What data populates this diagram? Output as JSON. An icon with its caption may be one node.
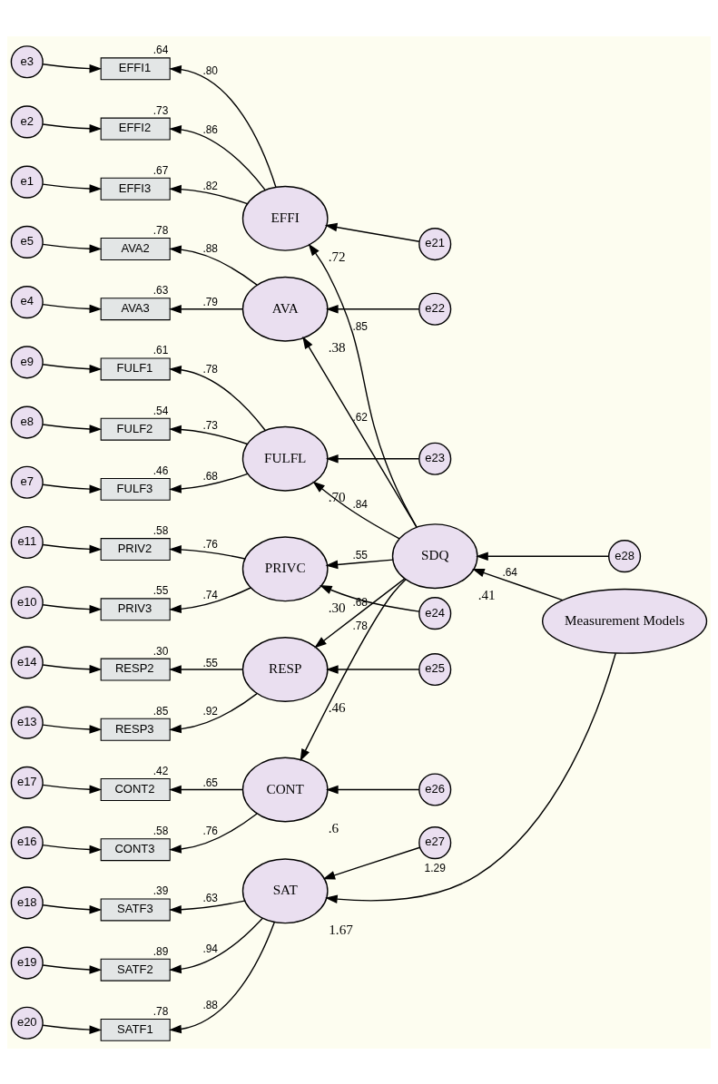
{
  "diagram": {
    "nodes": [
      {
        "text": [
          "e3"
        ]
      },
      {
        "text": [
          "EFFI1"
        ],
        "beside": [
          ".64"
        ]
      },
      {
        "text": [
          "e2"
        ]
      },
      {
        "text": [
          "EFFI2"
        ],
        "beside": [
          ".73"
        ]
      },
      {
        "text": [
          "e1"
        ]
      },
      {
        "text": [
          "EFFI3"
        ],
        "beside": [
          ".67"
        ]
      },
      {
        "text": [
          "EFFI"
        ],
        "beside": [
          ".72"
        ]
      },
      {
        "text": [
          "e21"
        ]
      },
      {
        "text": [
          "e5"
        ]
      },
      {
        "text": [
          "AVA2"
        ],
        "beside": [
          ".78"
        ]
      },
      {
        "text": [
          "e4"
        ]
      },
      {
        "text": [
          "AVA3"
        ],
        "beside": [
          ".63"
        ]
      },
      {
        "text": [
          "AVA"
        ],
        "beside": [
          ".38"
        ]
      },
      {
        "text": [
          "e22"
        ]
      },
      {
        "text": [
          "e9"
        ]
      },
      {
        "text": [
          "FULF1"
        ],
        "beside": [
          ".61"
        ]
      },
      {
        "text": [
          "e8"
        ]
      },
      {
        "text": [
          "FULF2"
        ],
        "beside": [
          ".54"
        ]
      },
      {
        "text": [
          "e7"
        ]
      },
      {
        "text": [
          "FULF3"
        ],
        "beside": [
          ".46"
        ]
      },
      {
        "text": [
          "FULFL"
        ],
        "beside": [
          ".70"
        ]
      },
      {
        "text": [
          "e23"
        ]
      },
      {
        "text": [
          "e28"
        ]
      },
      {
        "text": [
          "SDQ"
        ],
        "beside": [
          ".41"
        ]
      },
      {
        "text": [
          "Measurement Models"
        ]
      },
      {
        "text": [
          "e11"
        ]
      },
      {
        "text": [
          "PRIV2"
        ],
        "beside": [
          ".58"
        ]
      },
      {
        "text": [
          "e10"
        ]
      },
      {
        "text": [
          "PRIV3"
        ],
        "beside": [
          ".55"
        ]
      },
      {
        "text": [
          "PRIVC"
        ],
        "beside": [
          ".30"
        ]
      },
      {
        "text": [
          "e24"
        ]
      },
      {
        "text": [
          "e14"
        ]
      },
      {
        "text": [
          "RESP2"
        ],
        "beside": [
          ".30"
        ]
      },
      {
        "text": [
          "e13"
        ]
      },
      {
        "text": [
          "RESP3"
        ],
        "beside": [
          ".85"
        ]
      },
      {
        "text": [
          "RESP"
        ],
        "beside": [
          ".46"
        ]
      },
      {
        "text": [
          "e25"
        ]
      },
      {
        "text": [
          "e17"
        ]
      },
      {
        "text": [
          "CONT2"
        ],
        "beside": [
          ".42"
        ]
      },
      {
        "text": [
          "e16"
        ]
      },
      {
        "text": [
          "CONT3"
        ],
        "beside": [
          ".58"
        ]
      },
      {
        "text": [
          "CONT"
        ],
        "beside": [
          ".6"
        ]
      },
      {
        "text": [
          "e26"
        ]
      },
      {
        "text": [
          "e18"
        ]
      },
      {
        "text": [
          "SATF3"
        ],
        "beside": [
          ".39"
        ]
      },
      {
        "text": [
          "e19"
        ]
      },
      {
        "text": [
          "SATF2"
        ],
        "beside": [
          ".89"
        ]
      },
      {
        "text": [
          "e20"
        ]
      },
      {
        "text": [
          "SATF1"
        ],
        "beside": [
          ".78"
        ]
      },
      {
        "text": [
          "SAT"
        ],
        "beside": [
          "1.67"
        ]
      },
      {
        "text": [
          "e27"
        ]
      }
    ],
    "edges": [
      {
        "from": 0,
        "to": 1,
        "arrow": "to"
      },
      {
        "from": 2,
        "to": 3,
        "arrow": "to"
      },
      {
        "from": 4,
        "to": 5,
        "arrow": "to"
      },
      {
        "from": 6,
        "to": 1,
        "arrow": "to",
        "label": ".80"
      },
      {
        "from": 6,
        "to": 3,
        "arrow": "to",
        "label": ".86"
      },
      {
        "from": 6,
        "to": 5,
        "arrow": "to",
        "label": ".82"
      },
      {
        "from": 7,
        "to": 6,
        "arrow": "to"
      },
      {
        "from": 8,
        "to": 9,
        "arrow": "to"
      },
      {
        "from": 10,
        "to": 11,
        "arrow": "to"
      },
      {
        "from": 12,
        "to": 9,
        "arrow": "to",
        "label": ".88"
      },
      {
        "from": 12,
        "to": 11,
        "arrow": "to",
        "label": ".79"
      },
      {
        "from": 13,
        "to": 12,
        "arrow": "to"
      },
      {
        "from": 14,
        "to": 15,
        "arrow": "to"
      },
      {
        "from": 16,
        "to": 17,
        "arrow": "to"
      },
      {
        "from": 18,
        "to": 19,
        "arrow": "to"
      },
      {
        "from": 20,
        "to": 15,
        "arrow": "to",
        "label": ".78"
      },
      {
        "from": 20,
        "to": 17,
        "arrow": "to",
        "label": ".73"
      },
      {
        "from": 20,
        "to": 19,
        "arrow": "to",
        "label": ".68"
      },
      {
        "from": 21,
        "to": 20,
        "arrow": "to"
      },
      {
        "from": 23,
        "to": 6,
        "arrow": "to",
        "label": ".85"
      },
      {
        "from": 23,
        "to": 12,
        "arrow": "to",
        "label": ".62"
      },
      {
        "from": 23,
        "to": 20,
        "arrow": "to",
        "label": ".84"
      },
      {
        "from": 22,
        "to": 23,
        "arrow": "to"
      },
      {
        "from": 24,
        "to": 23,
        "arrow": "to",
        "label": ".64"
      },
      {
        "from": 24,
        "to": 49,
        "arrow": "to",
        "label": "1.29"
      },
      {
        "from": 23,
        "to": 29,
        "arrow": "to",
        "label": ".55"
      },
      {
        "from": 25,
        "to": 26,
        "arrow": "to"
      },
      {
        "from": 27,
        "to": 28,
        "arrow": "to"
      },
      {
        "from": 29,
        "to": 26,
        "arrow": "to",
        "label": ".76"
      },
      {
        "from": 29,
        "to": 28,
        "arrow": "to",
        "label": ".74"
      },
      {
        "from": 30,
        "to": 29,
        "arrow": "to"
      },
      {
        "from": 23,
        "to": 35,
        "arrow": "to",
        "label": ".68"
      },
      {
        "from": 31,
        "to": 32,
        "arrow": "to"
      },
      {
        "from": 33,
        "to": 34,
        "arrow": "to"
      },
      {
        "from": 35,
        "to": 32,
        "arrow": "to",
        "label": ".55"
      },
      {
        "from": 35,
        "to": 34,
        "arrow": "to",
        "label": ".92"
      },
      {
        "from": 36,
        "to": 35,
        "arrow": "to"
      },
      {
        "from": 23,
        "to": 41,
        "arrow": "to",
        "label": ".78"
      },
      {
        "from": 37,
        "to": 38,
        "arrow": "to"
      },
      {
        "from": 39,
        "to": 40,
        "arrow": "to"
      },
      {
        "from": 41,
        "to": 38,
        "arrow": "to",
        "label": ".65"
      },
      {
        "from": 41,
        "to": 40,
        "arrow": "to",
        "label": ".76"
      },
      {
        "from": 42,
        "to": 41,
        "arrow": "to"
      },
      {
        "from": 43,
        "to": 44,
        "arrow": "to"
      },
      {
        "from": 45,
        "to": 46,
        "arrow": "to"
      },
      {
        "from": 47,
        "to": 48,
        "arrow": "to"
      },
      {
        "from": 49,
        "to": 44,
        "arrow": "to",
        "label": ".63"
      },
      {
        "from": 49,
        "to": 46,
        "arrow": "to",
        "label": ".94"
      },
      {
        "from": 49,
        "to": 48,
        "arrow": "to",
        "label": ".88"
      },
      {
        "from": 50,
        "to": 49,
        "arrow": "to"
      }
    ]
  }
}
